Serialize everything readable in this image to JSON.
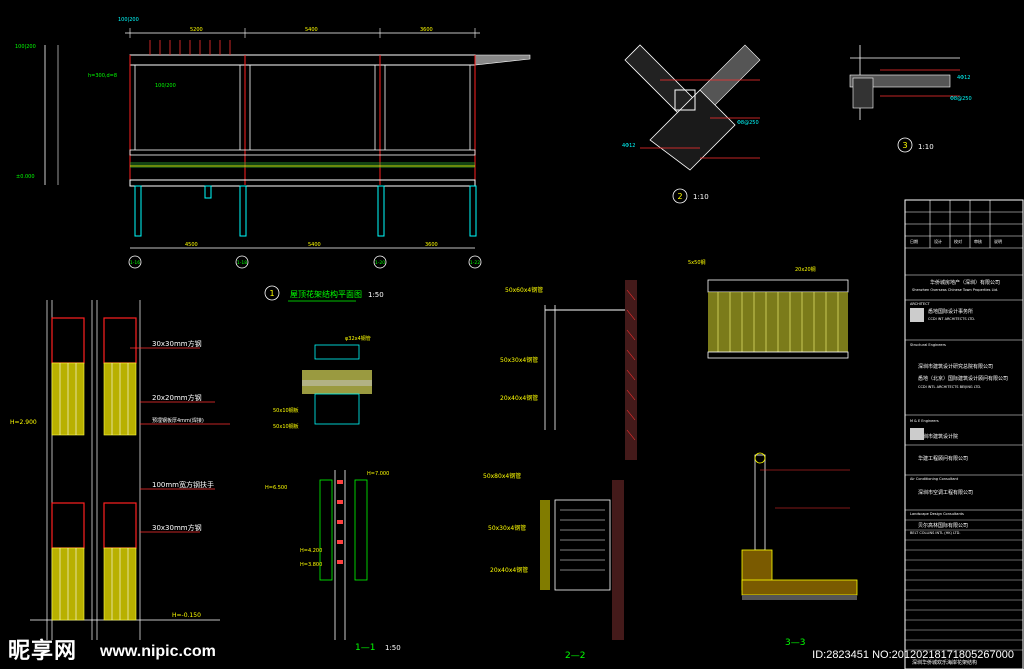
{
  "watermark": {
    "logo": "昵享网",
    "site": "www.nipic.com",
    "id_text": "ID:2823451 NO:20120218171805267000"
  },
  "titles": {
    "roof_plan": "屋顶花架结构平面图",
    "roof_scale": "1:50",
    "detail2": "2",
    "detail2_scale": "1:10",
    "detail3": "3",
    "detail3_scale": "1:10",
    "section11": "1—1",
    "section11_scale": "1:50",
    "section22": "2—2",
    "section33": "3—3",
    "circle1": "1"
  },
  "dimensions": {
    "top_left": "100|200",
    "h_note": "h=300,d=8",
    "elev1": "5400",
    "elev2": "±0.000",
    "span1": "4500",
    "span2": "5400",
    "span3": "3600",
    "bar_100_200": "100/200",
    "deg45": "4Φ12",
    "bar_250": "Φ8@250",
    "d_4412": "4Φ12"
  },
  "grid_labels": [
    "1-16",
    "1-18",
    "1-20",
    "1-22"
  ],
  "railing_notes": [
    "30x30mm方钢",
    "20x20mm方钢",
    "预埋钢板厚4mm(焊接)",
    "100mm宽方钢扶手",
    "30x30mm方钢"
  ],
  "levels": {
    "h_left": "H=2.900",
    "h_bottom": "H=-0.150",
    "h_1": "H=7.000",
    "h_2": "H=6.500",
    "h_3": "H=4.200",
    "h_4": "H=3.800"
  },
  "detail_notes": {
    "n1": "50x60x4钢管",
    "n2": "50x30x4钢管",
    "n3": "20x40x4钢管",
    "n4": "50x80x4钢管",
    "n5": "50x30x4钢管",
    "n6": "20x40x4钢管",
    "n7": "5x50钢",
    "n8": "20x20钢",
    "n9": "φ32x4钢管",
    "n10": "50x10钢板",
    "n11": "50x10钢板"
  },
  "title_block": {
    "client_cn": "华侨城房地产（深圳）有限公司",
    "client_en": "Shenzhen Overseas Chinese Town Properties Ltd.",
    "architect_label": "ARCHITECT",
    "architect_cn": "悉地国际设计事务所",
    "architect_en": "CCDI INT ARCHITECTS LTD.",
    "structural_label": "Structural Engineers",
    "structural_cn": "深圳市建筑设计研究总院有限公司",
    "arch_firm2": "悉地（北京）国际建筑设计顾问有限公司",
    "arch_firm2_en": "CCDI INTL  ARCHITECTS  BEIJING LTD.",
    "me_label": "M & E Engineers",
    "me_cn": "深圳市建筑设计院",
    "me2_cn": "华建工程顾问有限公司",
    "consultant_label": "Air Conditioning Consultant",
    "consultant_cn": "深圳市空调工程有限公司",
    "landscape_label": "Landscape Design Consultants",
    "landscape_cn": "贝尔高林国际有限公司",
    "landscape_en": "BELT COLLINS INTL (HK) LTD.",
    "header_cells": [
      "日期",
      "设计",
      "校对",
      "审核",
      "说明"
    ],
    "footer_text": "深圳华侨城欢乐海岸花架结构"
  }
}
